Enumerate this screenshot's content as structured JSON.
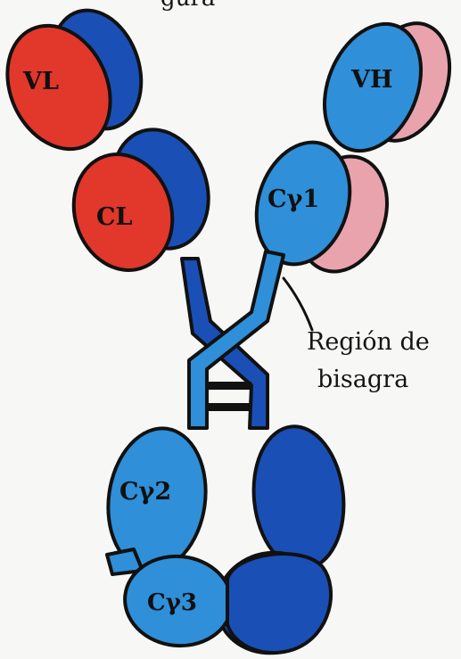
{
  "header_fragment": "gura",
  "domains": {
    "vl": "VL",
    "cl": "CL",
    "vh": "VH",
    "ch1": "Cγ1",
    "ch2": "Cγ2",
    "ch3": "Cγ3"
  },
  "annotation": {
    "line1": "Región de",
    "line2": "bisagra"
  },
  "colors": {
    "light_red": "#e2372b",
    "dark_blue": "#1a4fb5",
    "light_blue": "#2f8fd8",
    "pink": "#e9a3ad",
    "outline": "#111111"
  }
}
